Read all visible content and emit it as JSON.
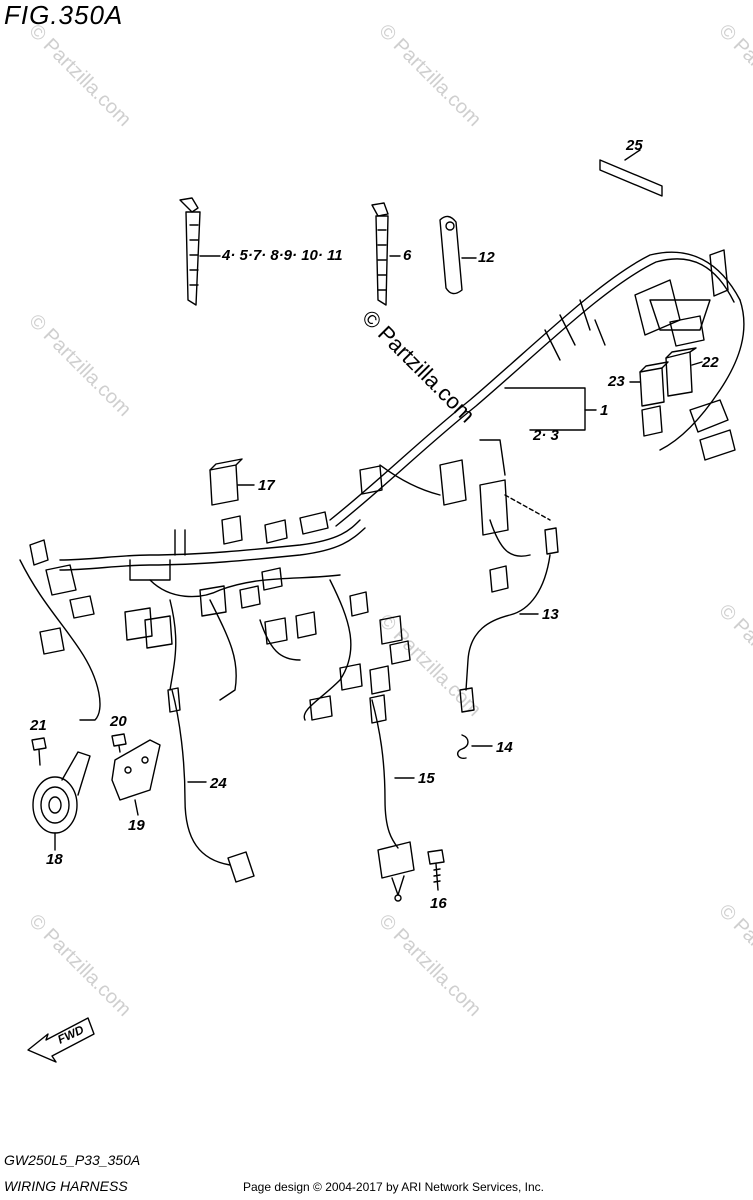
{
  "figure": {
    "title": "FIG.350A",
    "code": "GW250L5_P33_350A",
    "name": "WIRING HARNESS"
  },
  "watermark": {
    "text": "© Partzilla.com",
    "copyright_mark": "© Partzilla.com"
  },
  "fwd_label": "FWD",
  "footer": "Page design © 2004-2017 by ARI Network Services, Inc.",
  "callouts": {
    "c1": "1",
    "c2_3": "2· 3",
    "c4_11": "4· 5·7· 8·9· 10· 11",
    "c6": "6",
    "c12": "12",
    "c13": "13",
    "c14": "14",
    "c15": "15",
    "c16": "16",
    "c17": "17",
    "c18": "18",
    "c19": "19",
    "c20": "20",
    "c21": "21",
    "c22": "22",
    "c23": "23",
    "c24": "24",
    "c25": "25"
  },
  "colors": {
    "line": "#000000",
    "watermark": "#cfcfcf"
  }
}
